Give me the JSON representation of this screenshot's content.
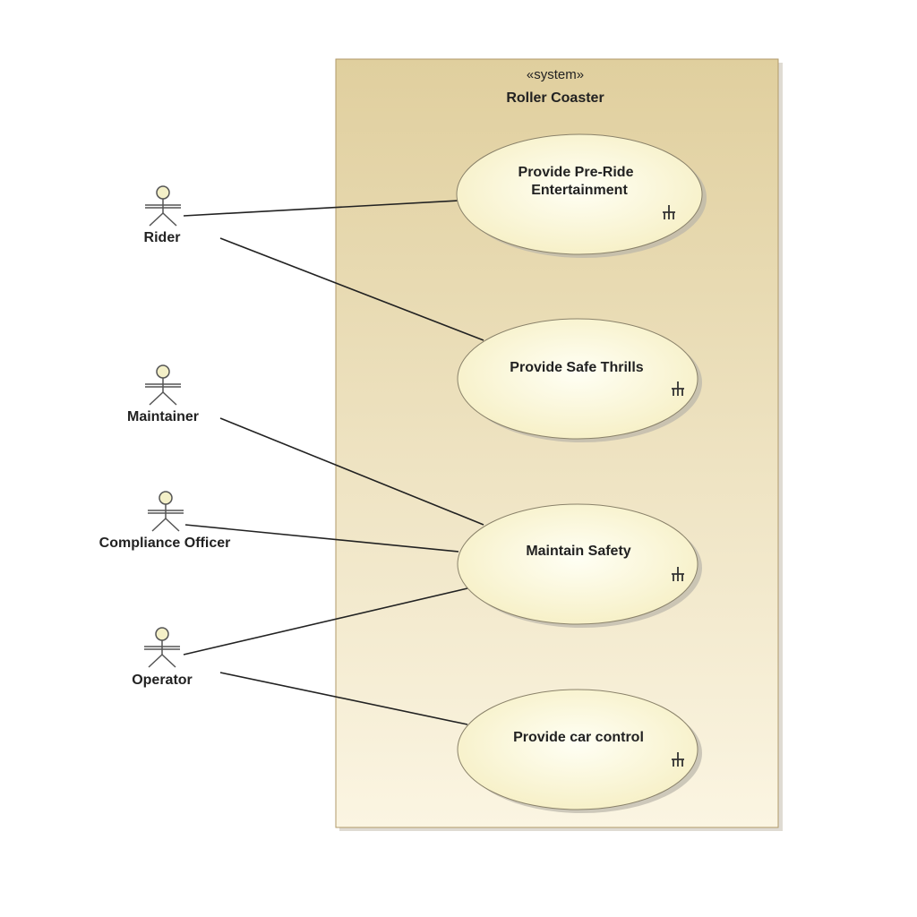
{
  "system": {
    "stereotype": "«system»",
    "name": "Roller Coaster"
  },
  "actors": [
    {
      "id": "rider",
      "name": "Rider"
    },
    {
      "id": "maintainer",
      "name": "Maintainer"
    },
    {
      "id": "compliance",
      "name": "Compliance Officer"
    },
    {
      "id": "operator",
      "name": "Operator"
    }
  ],
  "use_cases": [
    {
      "id": "entertain",
      "lines": [
        "Provide Pre-Ride",
        "Entertainment"
      ],
      "icon": "behavior-fork-icon"
    },
    {
      "id": "thrills",
      "lines": [
        "Provide Safe Thrills"
      ],
      "icon": "behavior-fork-icon"
    },
    {
      "id": "safety",
      "lines": [
        "Maintain Safety"
      ],
      "icon": "behavior-fork-icon"
    },
    {
      "id": "car",
      "lines": [
        "Provide car control"
      ],
      "icon": "behavior-fork-icon"
    }
  ],
  "associations": [
    {
      "from": "rider",
      "to": "entertain"
    },
    {
      "from": "rider",
      "to": "thrills"
    },
    {
      "from": "maintainer",
      "to": "safety"
    },
    {
      "from": "compliance",
      "to": "safety"
    },
    {
      "from": "operator",
      "to": "safety"
    },
    {
      "from": "operator",
      "to": "car"
    }
  ],
  "colors": {
    "system_top": "#e0cf9e",
    "system_bottom": "#fbf4df",
    "system_border": "#b09a6a",
    "usecase_fill_center": "#fffff0",
    "usecase_fill_edge": "#f6f0c6",
    "line": "#222222"
  }
}
